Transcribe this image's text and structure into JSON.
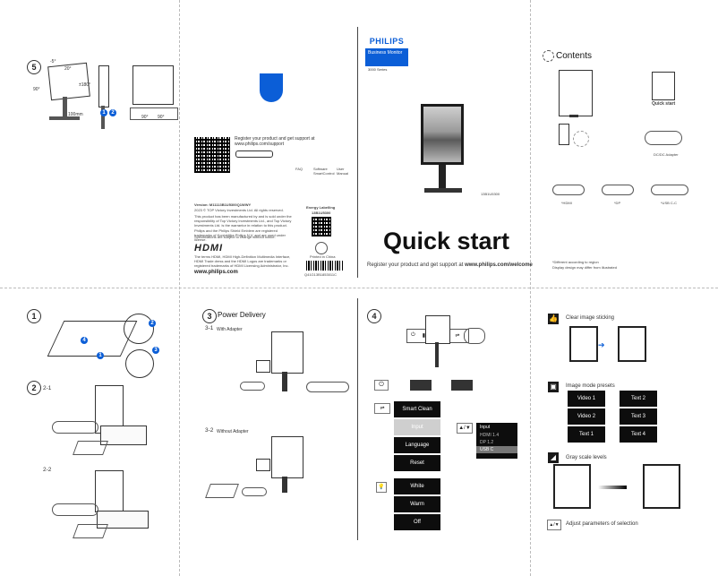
{
  "brand": {
    "name": "PHILIPS",
    "line": "Business Monitor",
    "series": "3000 Series"
  },
  "cover": {
    "model": "13B1U5300",
    "title": "Quick start",
    "register_prefix": "Register your product and get support at ",
    "register_url": "www.philips.com/welcome"
  },
  "panel_back": {
    "register": "Register your product and get support at www.philips.com/support",
    "faq": "FAQ",
    "software": "Software SmartControl",
    "manual": "User Manual",
    "version": "Version: M11113B1U5300Q1WWY",
    "copyright": "2023 © TOP Victory Investments Ltd. All rights reserved.",
    "legal": "This product has been manufactured by and is sold under the responsibility of Top Victory Investments Ltd., and Top Victory Investments Ltd. is the warrantor in relation to this product. Philips and the Philips Shield Emblem are registered trademarks of Koninklijke Philips N.V. and are used under license.",
    "spec_note": "Specifications are subject to change without notice.",
    "energy": "Energy Labelling",
    "energy_model": "13B1U5300",
    "hdmi_logo": "HDMI",
    "hdmi_text": "The terms HDMI, HDMI High-Definition Multimedia Interface, HDMI Trade dress and the HDMI Logos are trademarks or registered trademarks of HDMI Licensing Administrator, Inc.",
    "website": "www.philips.com",
    "barcode_num": "Q41G13B1853011C",
    "recycle": "Printed in China"
  },
  "contents": {
    "title": "Contents",
    "quick_start": "Quick start",
    "adapter": "DC/DC Adapter",
    "hdmi": "*HDMI",
    "dp": "*DP",
    "usbc": "*USB C-C",
    "note1": "*Different according to region",
    "note2": "Display design may differ from illustrated"
  },
  "steps": {
    "s5": "5",
    "s1": "1",
    "s2": "2",
    "s2_1": "2-1",
    "s2_2": "2-2",
    "s3": "3",
    "s3_title": "Power Delivery",
    "s3_1": "3-1",
    "s3_1_label": "With Adapter",
    "s3_2": "3-2",
    "s3_2_label": "Without Adapter",
    "s4": "4"
  },
  "adjust": {
    "tilt_a": "-5°",
    "tilt_b": "20°",
    "swivel": "±180°",
    "rotate": "90°",
    "height": "100mm",
    "pivot_a": "90°",
    "pivot_b": "90°"
  },
  "osd": {
    "items": [
      "Smart Clean",
      "Input",
      "Language",
      "Reset"
    ],
    "color_items": [
      "White",
      "Warm",
      "Off"
    ],
    "input_sub": [
      "Input",
      "HDMI 1.4",
      "DP 1.2",
      "USB C"
    ]
  },
  "features": {
    "clear": "Clear image sticking",
    "presets": "Image mode presets",
    "video_btns": [
      "Video 1",
      "Video 2",
      "Text 1"
    ],
    "text_btns": [
      "Text 2",
      "Text 3",
      "Text 4"
    ],
    "gray": "Gray scale levels",
    "adjust": "Adjust parameters of selection"
  },
  "colors": {
    "philips_blue": "#0b5ed7",
    "dark": "#0d0d0d"
  }
}
